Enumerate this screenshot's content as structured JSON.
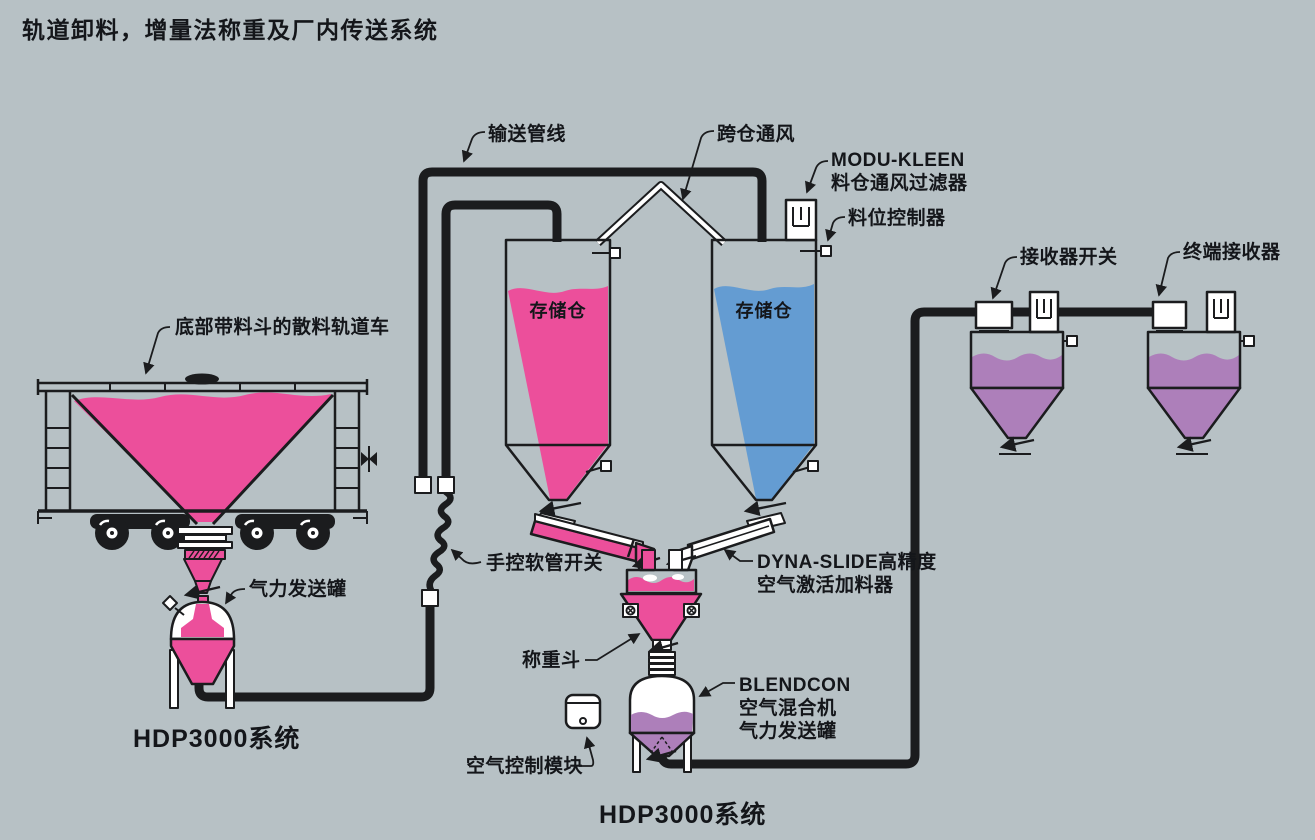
{
  "title": "轨道卸料，增量法称重及厂内传送系统",
  "colors": {
    "background": "#b7c1c5",
    "line": "#1b1c1e",
    "pink": "#ec4f9b",
    "blue": "#649cd2",
    "purple": "#ad7fba"
  },
  "labels": {
    "conveying_line": "输送管线",
    "cross_bin_vent": "跨仓通风",
    "modu_kleen_1": "MODU-KLEEN",
    "modu_kleen_2": "料仓通风过滤器",
    "level_controller": "料位控制器",
    "receiver_switch": "接收器开关",
    "terminal_receiver": "终端接收器",
    "railcar": "底部带料斗的散料轨道车",
    "storage_silo": "存储仓",
    "hose_switch": "手控软管开关",
    "pneumatic_tank": "气力发送罐",
    "dyna_slide_1": "DYNA-SLIDE高精度",
    "dyna_slide_2": "空气激活加料器",
    "weigh_hopper": "称重斗",
    "blendcon_1": "BLENDCON",
    "blendcon_2": "空气混合机",
    "blendcon_3": "气力发送罐",
    "air_control_module": "空气控制模块",
    "hdp3000_system": "HDP3000系统"
  }
}
